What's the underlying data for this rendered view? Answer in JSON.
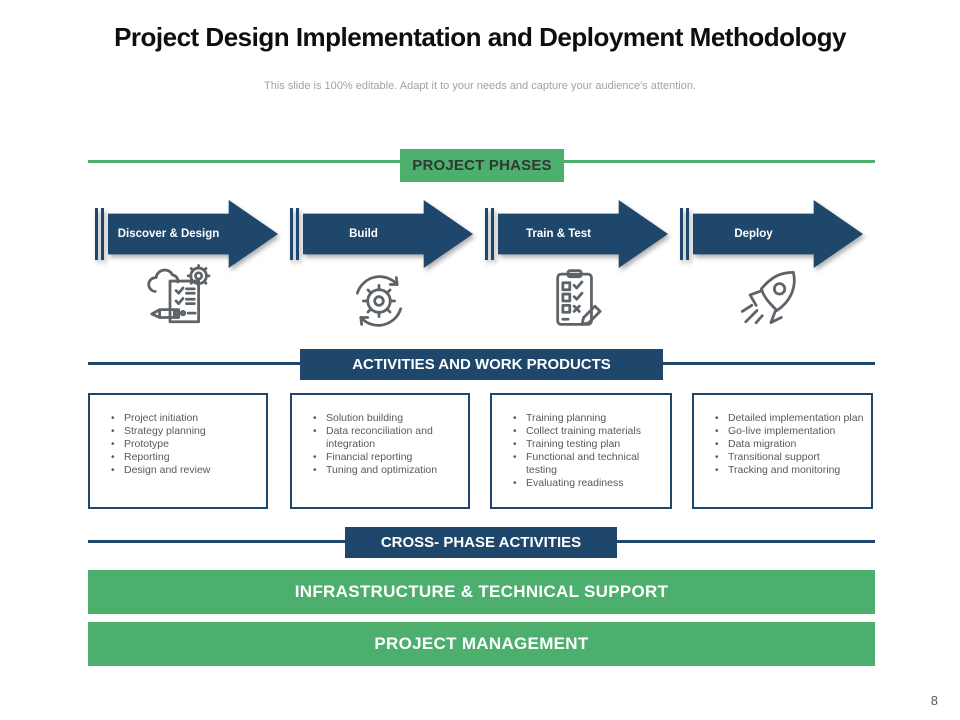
{
  "slide": {
    "title": "Project Design Implementation and Deployment Methodology",
    "subtitle": "This slide is 100% editable. Adapt it to your needs and capture your audience's attention.",
    "page_number": "8"
  },
  "banners": {
    "project_phases": "PROJECT PHASES",
    "activities_and_work_products": "ACTIVITIES AND WORK PRODUCTS",
    "cross_phase_activities": "CROSS- PHASE ACTIVITIES",
    "infrastructure_support": "INFRASTRUCTURE & TECHNICAL SUPPORT",
    "project_management": "PROJECT MANAGEMENT"
  },
  "phases": [
    {
      "label": "Discover & Design",
      "icon": "design-document-icon",
      "activities": [
        "Project initiation",
        "Strategy planning",
        "Prototype",
        "Reporting",
        "Design and review"
      ]
    },
    {
      "label": "Build",
      "icon": "gear-cycle-icon",
      "activities": [
        "Solution building",
        "Data reconciliation and integration",
        "Financial reporting",
        "Tuning and optimization"
      ]
    },
    {
      "label": "Train & Test",
      "icon": "clipboard-checklist-icon",
      "activities": [
        "Training planning",
        "Collect training materials",
        "Training testing plan",
        "Functional and technical testing",
        "Evaluating readiness"
      ]
    },
    {
      "label": "Deploy",
      "icon": "rocket-icon",
      "activities": [
        "Detailed implementation plan",
        "Go-live implementation",
        "Data migration",
        "Transitional support",
        "Tracking and monitoring"
      ]
    }
  ],
  "colors": {
    "accent_green": "#4CAF6E",
    "accent_navy": "#1F476C",
    "body_text": "#595959"
  }
}
